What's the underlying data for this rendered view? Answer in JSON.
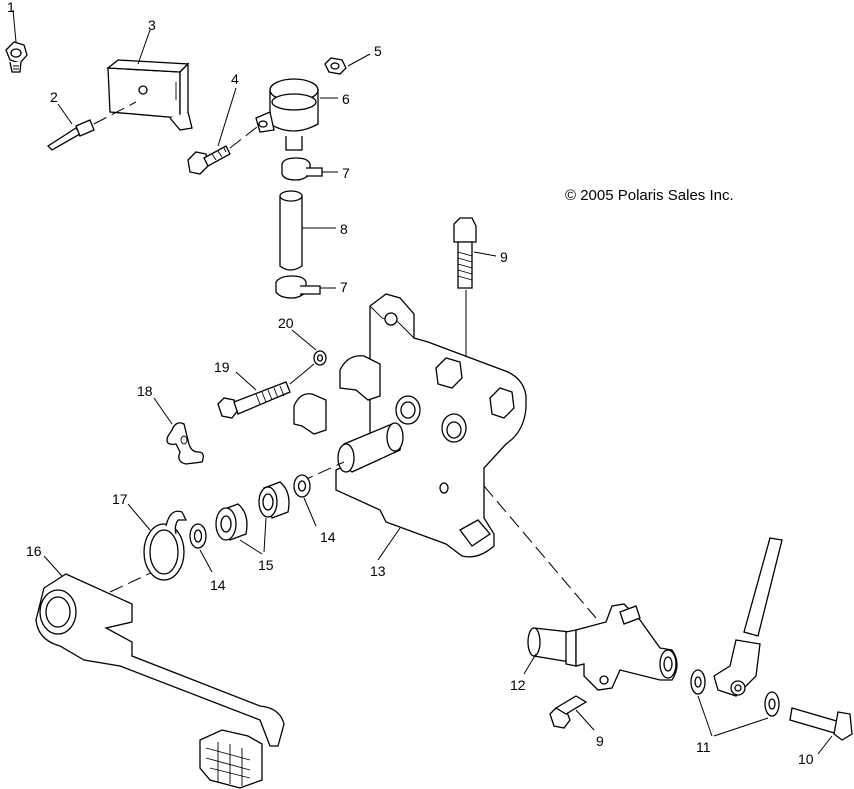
{
  "diagram": {
    "copyright": "© 2005 Polaris Sales Inc.",
    "callouts": [
      "1",
      "2",
      "3",
      "4",
      "5",
      "6",
      "7",
      "8",
      "7",
      "9",
      "20",
      "19",
      "18",
      "17",
      "16",
      "14",
      "15",
      "14",
      "13",
      "12",
      "9",
      "11",
      "10"
    ]
  }
}
